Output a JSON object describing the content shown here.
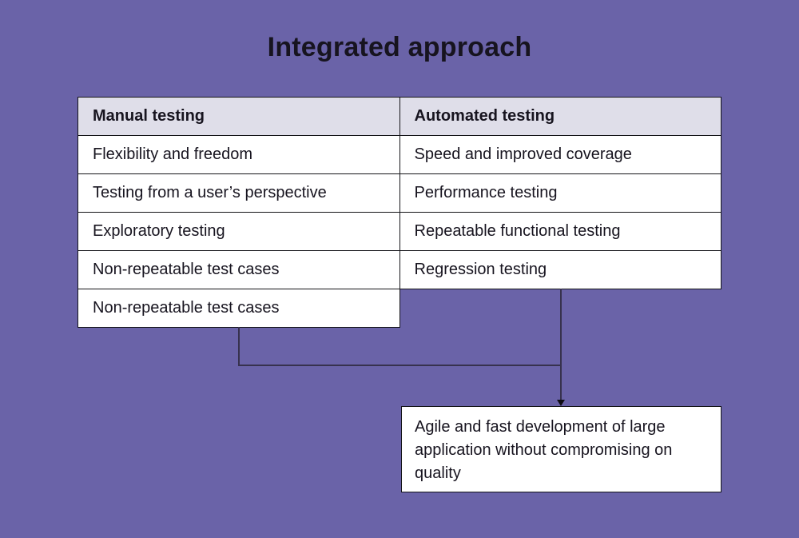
{
  "title": "Integrated approach",
  "colors": {
    "background": "#6a63a8",
    "header_bg": "#dfdee9",
    "cell_bg": "#ffffff",
    "table_border": "#141418",
    "connector": "#37324e",
    "arrow": "#0e0c14",
    "text": "#17141f"
  },
  "table": {
    "columns": [
      "Manual testing",
      "Automated testing"
    ],
    "rows": [
      [
        "Flexibility and freedom",
        "Speed and improved coverage"
      ],
      [
        "Testing from a user’s perspective",
        "Performance testing"
      ],
      [
        "Exploratory testing",
        "Repeatable functional testing"
      ],
      [
        "Non-repeatable test cases",
        "Regression testing"
      ],
      [
        "Non-repeatable test cases",
        null
      ]
    ]
  },
  "result_box": {
    "text": "Agile and fast development of large application without compromising on quality"
  }
}
